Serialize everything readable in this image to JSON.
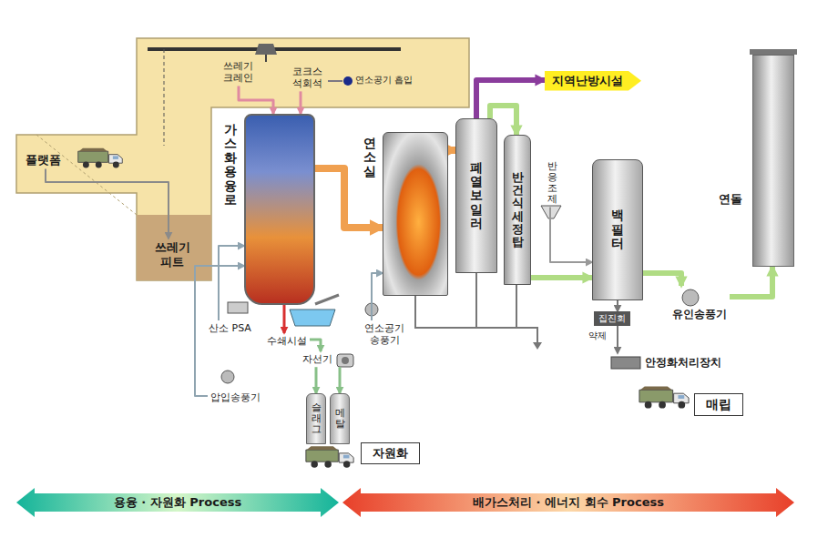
{
  "diagram": {
    "nodes": [
      {
        "text": [
          "플랫폼"
        ]
      },
      {
        "text": [
          "쓰레기 피트"
        ]
      },
      {
        "text": [
          "쓰레기 크레인"
        ]
      },
      {
        "text": [
          "코크스 석회석"
        ]
      },
      {
        "text": [
          "가스화용융로"
        ]
      },
      {
        "text": [
          "연소실"
        ]
      },
      {
        "text": [
          "폐열보일러"
        ]
      },
      {
        "text": [
          "반건식세정탑"
        ]
      },
      {
        "text": [
          "반응조제"
        ]
      },
      {
        "text": [
          "백필터"
        ]
      },
      {
        "text": [
          "연돌"
        ]
      },
      {
        "text": [
          "지역난방시설"
        ]
      },
      {
        "text": [
          "유인송풍기"
        ]
      },
      {
        "text": [
          "수쇄시설"
        ]
      },
      {
        "text": [
          "자선기"
        ]
      },
      {
        "text": [
          "슬래그"
        ]
      },
      {
        "text": [
          "메탈"
        ]
      },
      {
        "text": [
          "자원화"
        ]
      },
      {
        "text": [
          "연소공기 송풍기"
        ]
      },
      {
        "text": [
          "산소 PSA"
        ]
      },
      {
        "text": [
          "압입송풍기"
        ]
      },
      {
        "text": [
          "집진회"
        ]
      },
      {
        "text": [
          "안정화처리장치"
        ]
      },
      {
        "text": [
          "매립"
        ]
      }
    ],
    "edges": [
      {
        "from": 0,
        "to": 1,
        "arrow": "to"
      },
      {
        "from": 2,
        "to": 4,
        "arrow": "to"
      },
      {
        "from": 3,
        "to": 4,
        "arrow": "to"
      },
      {
        "from": 4,
        "to": 5,
        "arrow": "to"
      },
      {
        "from": 5,
        "to": 6,
        "arrow": "to"
      },
      {
        "from": 6,
        "to": 11,
        "arrow": "to"
      },
      {
        "from": 6,
        "to": 7,
        "arrow": "to"
      },
      {
        "from": 7,
        "to": 9,
        "arrow": "to"
      },
      {
        "from": 8,
        "to": 9,
        "arrow": "to"
      },
      {
        "from": 9,
        "to": 12,
        "arrow": "to"
      },
      {
        "from": 12,
        "to": 10,
        "arrow": "to"
      },
      {
        "from": 4,
        "to": 13,
        "arrow": "to"
      },
      {
        "from": 13,
        "to": 14,
        "arrow": "to"
      },
      {
        "from": 14,
        "to": 15,
        "arrow": "to"
      },
      {
        "from": 14,
        "to": 16,
        "arrow": "to"
      },
      {
        "from": 18,
        "to": 5,
        "arrow": "to"
      },
      {
        "from": 19,
        "to": 4,
        "arrow": "to"
      },
      {
        "from": 20,
        "to": 4,
        "arrow": "to"
      },
      {
        "from": 9,
        "to": 21,
        "arrow": "to"
      },
      {
        "from": 21,
        "to": 22,
        "arrow": "to"
      }
    ],
    "labels": [
      "연소공기 흡입",
      "약제",
      "용융 · 자원화 Process",
      "배가스처리 · 에너지 회수 Process"
    ]
  }
}
